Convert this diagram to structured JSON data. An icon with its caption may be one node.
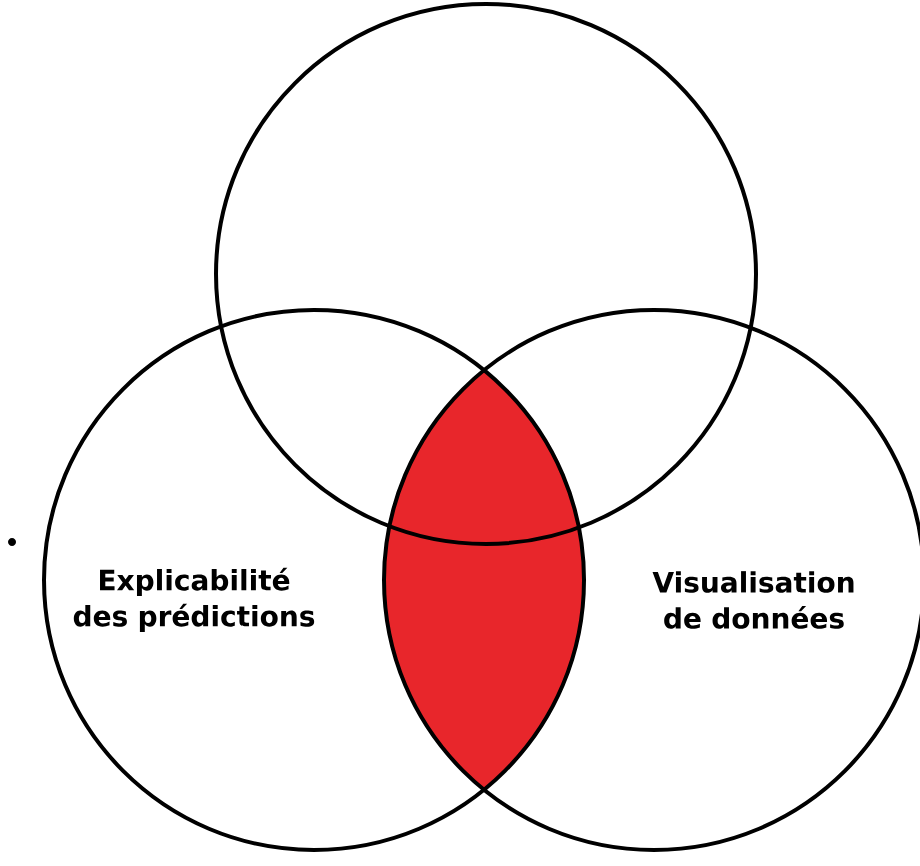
{
  "diagram": {
    "nodes": [
      {
        "text": [],
        "shape": "circle"
      },
      {
        "text": [
          "Explicabilité des prédictions"
        ]
      },
      {
        "text": [
          "Visualisation de données"
        ]
      },
      {
        "text": [],
        "shape": "lens"
      }
    ],
    "edges": []
  }
}
